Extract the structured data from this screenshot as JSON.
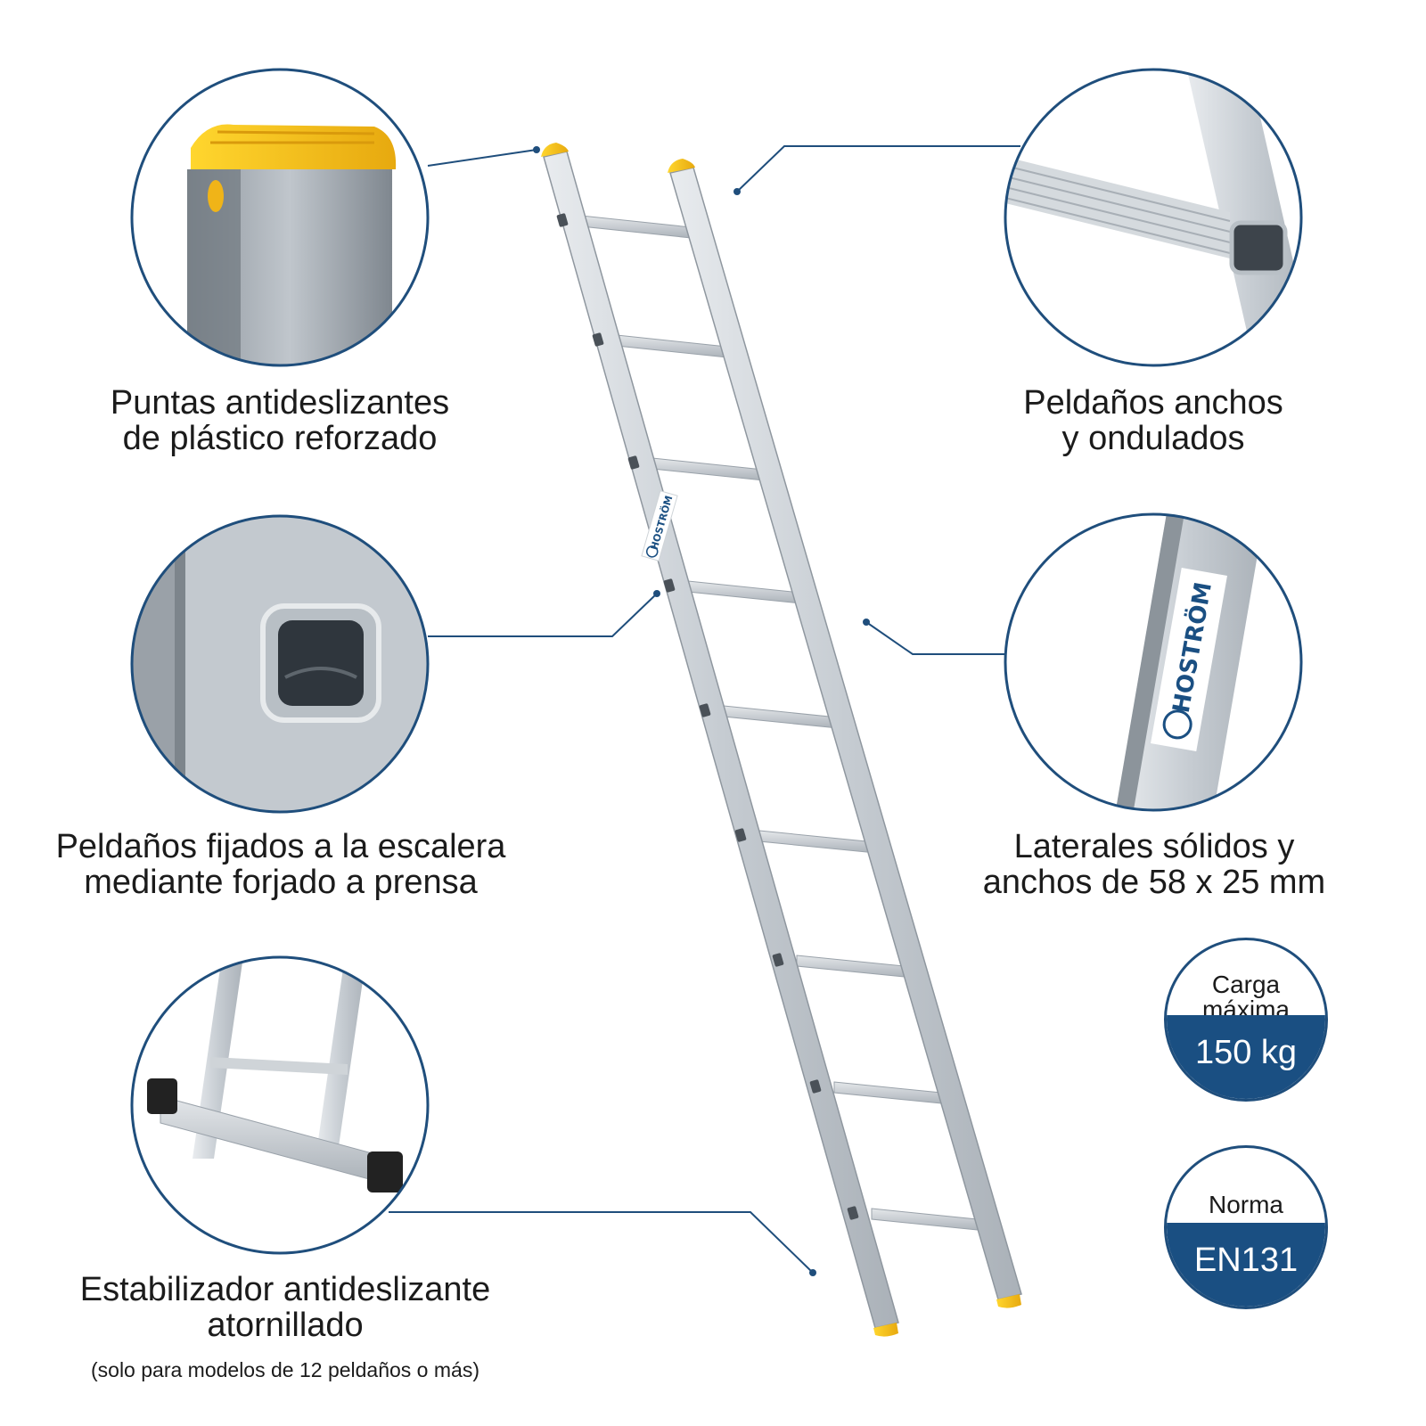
{
  "features": {
    "tips": {
      "line1": "Puntas antideslizantes",
      "line2": "de plástico reforzado"
    },
    "rungs": {
      "line1": "Peldaños anchos",
      "line2": "y ondulados"
    },
    "forged": {
      "line1": "Peldaños fijados a la escalera",
      "line2": "mediante forjado a prensa"
    },
    "sides": {
      "line1": "Laterales sólidos y",
      "line2": "anchos de 58 x 25 mm"
    },
    "stabilizer": {
      "line1": "Estabilizador antideslizante",
      "line2": "atornillado",
      "note": "(solo para modelos de 12 peldaños o más)"
    }
  },
  "badges": {
    "load": {
      "label_line1": "Carga",
      "label_line2": "máxima",
      "value": "150 kg"
    },
    "norm": {
      "label": "Norma",
      "value": "EN131"
    }
  },
  "brand": {
    "name": "HOSTRÖM"
  },
  "colors": {
    "accent": "#1a4f82",
    "cap": "#f2c21b",
    "aluminum": "#c9ced3",
    "callout_line": "#1f4e7c"
  },
  "icons": [
    "ladder-illustration",
    "hostrom-logo-icon"
  ]
}
